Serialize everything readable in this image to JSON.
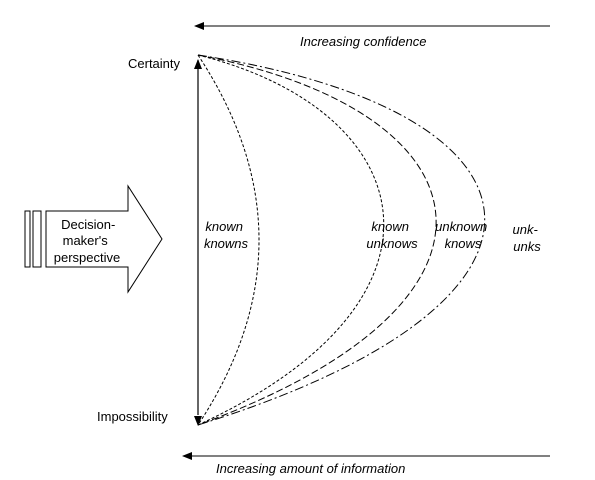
{
  "top_arrow": {
    "label": "Increasing confidence"
  },
  "bottom_arrow": {
    "label": "Increasing amount of information"
  },
  "axis": {
    "top_label": "Certainty",
    "bottom_label": "Impossibility"
  },
  "perspective": {
    "lines": [
      "Decision-",
      "maker's",
      "perspective"
    ]
  },
  "regions": [
    {
      "lines": [
        "known",
        "knowns"
      ]
    },
    {
      "lines": [
        "known",
        "unknows"
      ]
    },
    {
      "lines": [
        "unknown",
        "knows"
      ]
    },
    {
      "lines": [
        "unk-",
        "unks"
      ]
    }
  ]
}
